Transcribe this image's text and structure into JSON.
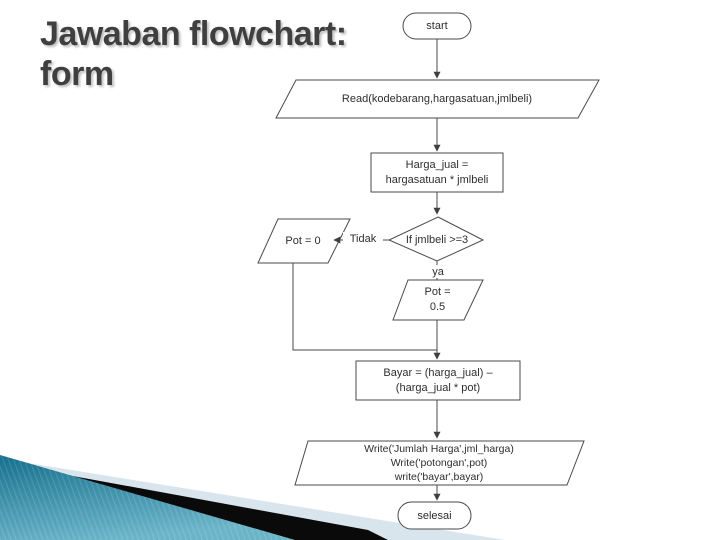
{
  "slide": {
    "title_lines": [
      "Jawaban flowchart:",
      "form"
    ]
  },
  "flowchart": {
    "nodes": {
      "start": {
        "type": "terminator",
        "label": "start"
      },
      "read": {
        "type": "input",
        "label": "Read(kodebarang,hargasatuan,jmlbeli)"
      },
      "harga": {
        "type": "process",
        "lines": [
          "Harga_jual =",
          "hargasatuan * jmlbeli"
        ]
      },
      "decision": {
        "type": "decision",
        "label": "If jmlbeli >=3"
      },
      "pot_tidak": {
        "type": "process-parallelogram",
        "label": "Pot = 0"
      },
      "pot_ya": {
        "type": "process-parallelogram",
        "lines": [
          "Pot =",
          "0.5"
        ]
      },
      "bayar": {
        "type": "process",
        "lines": [
          "Bayar = (harga_jual) –",
          "(harga_jual * pot)"
        ]
      },
      "write": {
        "type": "output",
        "lines": [
          "Write('Jumlah Harga',jml_harga)",
          "Write('potongan',pot)",
          "write('bayar',bayar)"
        ]
      },
      "selesai": {
        "type": "terminator",
        "label": "selesai"
      }
    },
    "edge_labels": {
      "no": "Tidak",
      "yes": "ya"
    }
  },
  "colors": {
    "flowchart_stroke": "#4a4a4a",
    "title_text": "#3f3f3f",
    "decor_teal_dark": "#156f8d",
    "decor_teal_light": "#6ab4c8",
    "decor_pale": "#d9e5ed",
    "decor_black": "#0a0a0a"
  }
}
